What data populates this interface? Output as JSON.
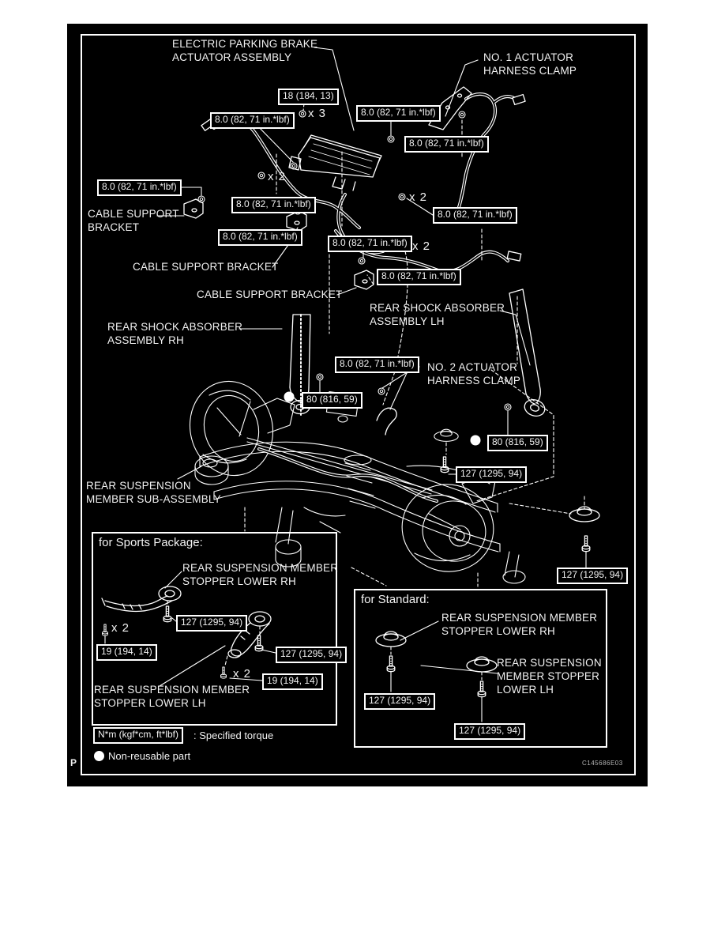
{
  "colors": {
    "panel_background": "#000000",
    "line_ink": "#ffffff",
    "page_background": "#ffffff"
  },
  "figure": {
    "page_marker": "P",
    "figure_code": "C145686E03"
  },
  "legend": {
    "torque_units": "N*m (kgf*cm, ft*lbf)",
    "torque_description": ": Specified torque",
    "non_reusable": "Non-reusable part"
  },
  "sections": {
    "sports_package": "for Sports Package:",
    "standard": "for Standard:"
  },
  "part_labels": {
    "epb_actuator_assembly": "ELECTRIC PARKING BRAKE\nACTUATOR ASSEMBLY",
    "no1_actuator_harness_clamp": "NO. 1 ACTUATOR\nHARNESS CLAMP",
    "cable_support_bracket_1": "CABLE SUPPORT\nBRACKET",
    "cable_support_bracket_2": "CABLE SUPPORT BRACKET",
    "cable_support_bracket_3": "CABLE SUPPORT BRACKET",
    "rear_shock_absorber_rh": "REAR SHOCK ABSORBER\nASSEMBLY RH",
    "rear_shock_absorber_lh": "REAR SHOCK ABSORBER\nASSEMBLY LH",
    "no2_actuator_harness_clamp": "NO. 2 ACTUATOR\nHARNESS CLAMP",
    "rear_suspension_member": "REAR SUSPENSION\nMEMBER SUB-ASSEMBLY",
    "sports_stopper_rh": "REAR SUSPENSION MEMBER\nSTOPPER LOWER RH",
    "sports_stopper_lh": "REAR SUSPENSION MEMBER\nSTOPPER LOWER LH",
    "standard_stopper_rh": "REAR SUSPENSION MEMBER\nSTOPPER LOWER RH",
    "standard_stopper_lh": "REAR SUSPENSION\nMEMBER STOPPER\nLOWER LH"
  },
  "torque_callouts": [
    "18 (184, 13)",
    "8.0 (82, 71 in.*lbf)",
    "8.0 (82, 71 in.*lbf)",
    "8.0 (82, 71 in.*lbf)",
    "8.0 (82, 71 in.*lbf)",
    "8.0 (82, 71 in.*lbf)",
    "8.0 (82, 71 in.*lbf)",
    "8.0 (82, 71 in.*lbf)",
    "8.0 (82, 71 in.*lbf)",
    "8.0 (82, 71 in.*lbf)",
    "8.0 (82, 71 in.*lbf)",
    "80 (816, 59)",
    "80 (816, 59)",
    "127 (1295, 94)",
    "127 (1295, 94)",
    "127 (1295, 94)",
    "19 (194, 14)",
    "127 (1295, 94)",
    "19 (194, 14)",
    "127 (1295, 94)",
    "127 (1295, 94)"
  ],
  "quantity_markers": [
    "x 3",
    "x 2",
    "x 2",
    "x 2",
    "x 2",
    "x 2"
  ]
}
